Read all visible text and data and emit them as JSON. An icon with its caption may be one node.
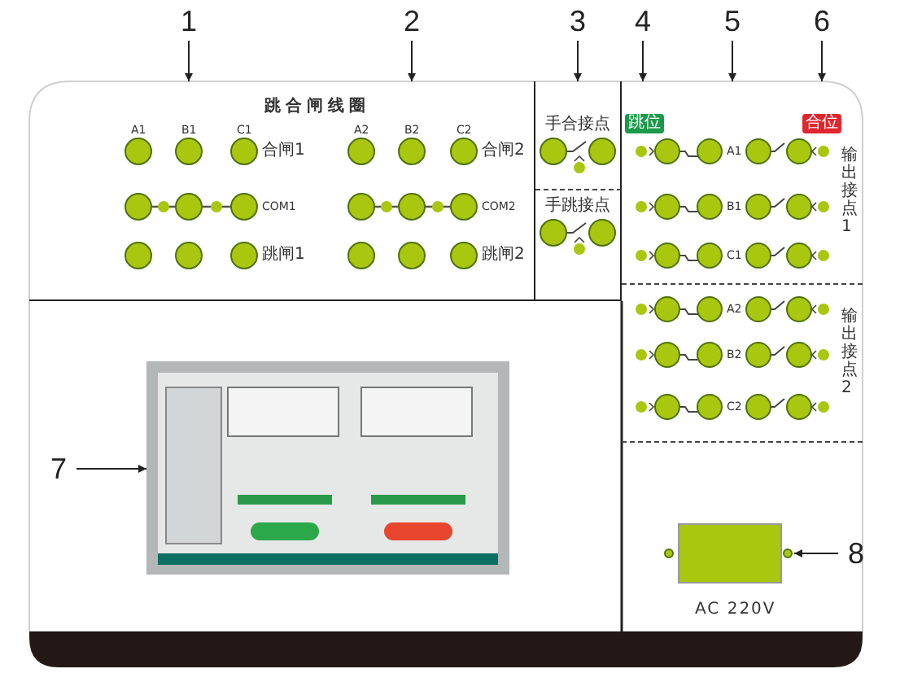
{
  "diagram": {
    "nodes": [
      {
        "text": [
          "1"
        ]
      },
      {
        "text": [
          "2"
        ]
      },
      {
        "text": [
          "3"
        ]
      },
      {
        "text": [
          "4"
        ]
      },
      {
        "text": [
          "5"
        ]
      },
      {
        "text": [
          "6"
        ]
      },
      {
        "text": [
          "跳合闸线圈"
        ]
      },
      {
        "text": [
          "手合接点"
        ]
      },
      {
        "text": [
          "手跳接点"
        ]
      },
      {
        "text": [
          "输出接点1"
        ]
      },
      {
        "text": [
          "输出接点2"
        ]
      },
      {
        "text": [
          "7"
        ]
      },
      {
        "text": [],
        "shape": "picture"
      },
      {
        "text": [],
        "shape": "box",
        "beside": [
          "AC 220V"
        ]
      },
      {
        "text": [
          "8"
        ]
      }
    ],
    "edges": [
      {
        "from": 0,
        "to": 6,
        "arrow": "to"
      },
      {
        "from": 1,
        "to": 6,
        "arrow": "to"
      },
      {
        "from": 2,
        "to": 7,
        "arrow": "to"
      },
      {
        "from": 3,
        "to": 9,
        "arrow": "to"
      },
      {
        "from": 4,
        "to": 9,
        "arrow": "to"
      },
      {
        "from": 5,
        "to": 9,
        "arrow": "to"
      },
      {
        "from": 11,
        "to": 12,
        "arrow": "to"
      },
      {
        "from": 14,
        "to": 13,
        "arrow": "to"
      }
    ],
    "labels": [
      "A1",
      "B1",
      "C1",
      "A2",
      "B2",
      "C2",
      "跳位",
      "合位",
      "合闸1",
      "A1",
      "合闸2",
      "COM1",
      "COM2",
      "B1",
      "跳闸1",
      "跳闸2",
      "C1",
      "A2",
      "B2",
      "C2"
    ]
  }
}
